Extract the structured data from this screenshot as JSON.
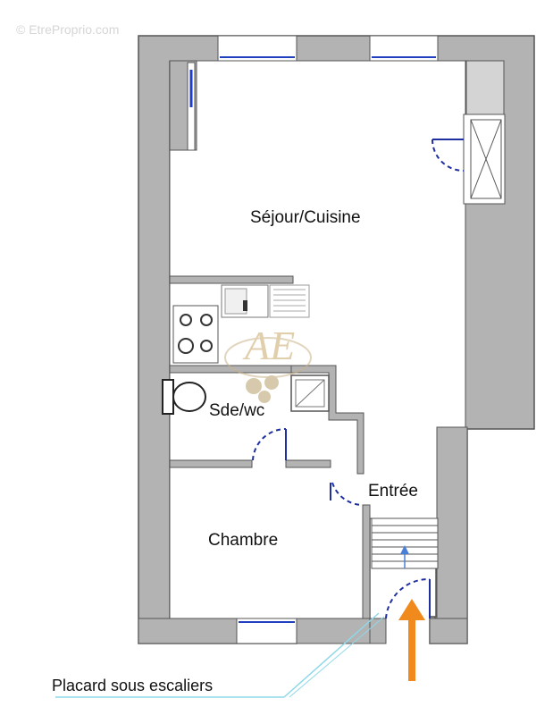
{
  "watermark": {
    "text": "© EtreProprio.com"
  },
  "rooms": {
    "sejour": {
      "label": "Séjour/Cuisine"
    },
    "sdewc": {
      "label": "Sde/wc"
    },
    "entree": {
      "label": "Entrée"
    },
    "chambre": {
      "label": "Chambre"
    }
  },
  "annotation": {
    "placard": "Placard sous escaliers"
  },
  "colors": {
    "wall": "#b3b3b3",
    "wall_outline": "#555555",
    "window": "#1f3fbf",
    "door": "#1f2f9f",
    "arrow": "#f08a1c",
    "leader_line": "#8fd8e8",
    "stair_arrow": "#4a7fd8"
  },
  "logo": {
    "letters": "AE"
  }
}
